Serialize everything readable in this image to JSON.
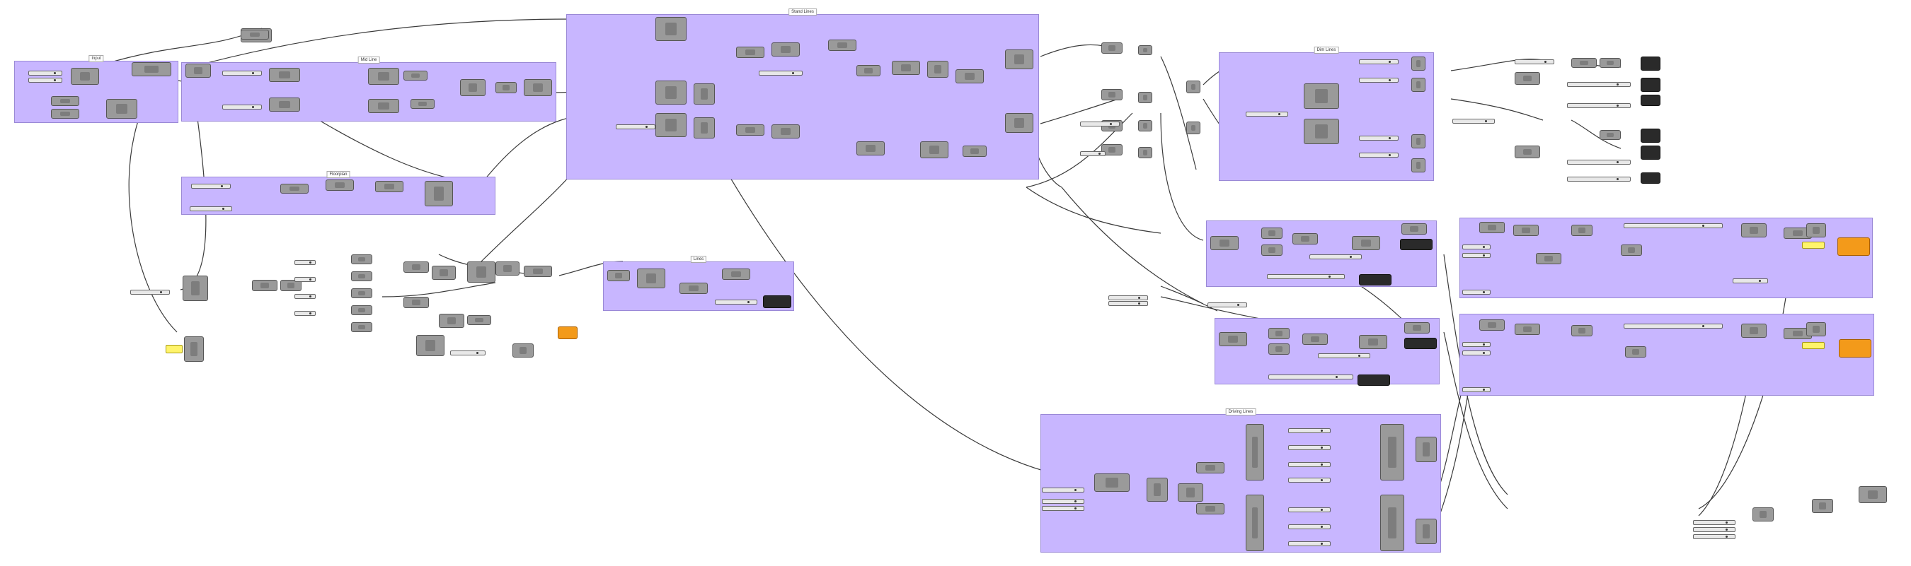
{
  "canvas": {
    "background": "#ffffff",
    "group_color": "#c8b6ff",
    "node_color": "#9a9a9a",
    "wire_color": "#3a3a3a"
  },
  "groups": [
    {
      "id": "g1",
      "title": "Input"
    },
    {
      "id": "g2",
      "title": "Mid Line"
    },
    {
      "id": "g3",
      "title": "Stand Lines"
    },
    {
      "id": "g4",
      "title": "Floorplan"
    },
    {
      "id": "g5",
      "title": "Lines"
    },
    {
      "id": "g6",
      "title": "Dim Lines"
    },
    {
      "id": "g7",
      "title": ""
    },
    {
      "id": "g8",
      "title": ""
    },
    {
      "id": "g9",
      "title": ""
    },
    {
      "id": "g10",
      "title": ""
    },
    {
      "id": "g11",
      "title": "Driving Lines"
    }
  ]
}
